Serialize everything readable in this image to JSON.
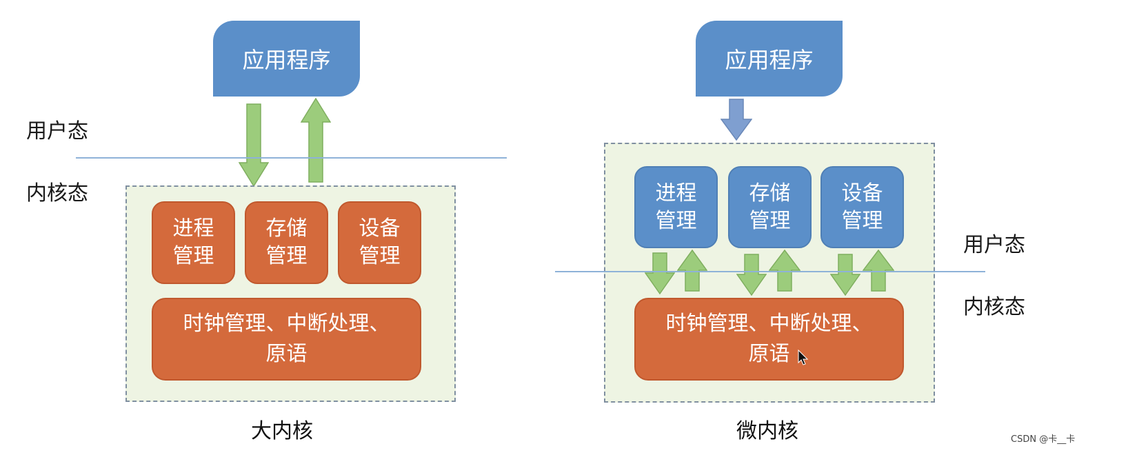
{
  "left_diagram": {
    "app_label": "应用程序",
    "user_mode_label": "用户态",
    "kernel_mode_label": "内核态",
    "modules": [
      {
        "line1": "进程",
        "line2": "管理"
      },
      {
        "line1": "存储",
        "line2": "管理"
      },
      {
        "line1": "设备",
        "line2": "管理"
      }
    ],
    "core_line1": "时钟管理、中断处理、",
    "core_line2": "原语",
    "caption": "大内核"
  },
  "right_diagram": {
    "app_label": "应用程序",
    "user_mode_label": "用户态",
    "kernel_mode_label": "内核态",
    "modules": [
      {
        "line1": "进程",
        "line2": "管理"
      },
      {
        "line1": "存储",
        "line2": "管理"
      },
      {
        "line1": "设备",
        "line2": "管理"
      }
    ],
    "core_line1": "时钟管理、中断处理、",
    "core_line2": "原语",
    "caption": "微内核"
  },
  "watermark": "CSDN @卡__卡",
  "colors": {
    "app_blue": "#5b8fc9",
    "kernel_orange": "#d46a3c",
    "arrow_green": "#9ccc7c",
    "arrow_blue": "#7f9fd0",
    "kernel_background": "#eef4e3"
  }
}
